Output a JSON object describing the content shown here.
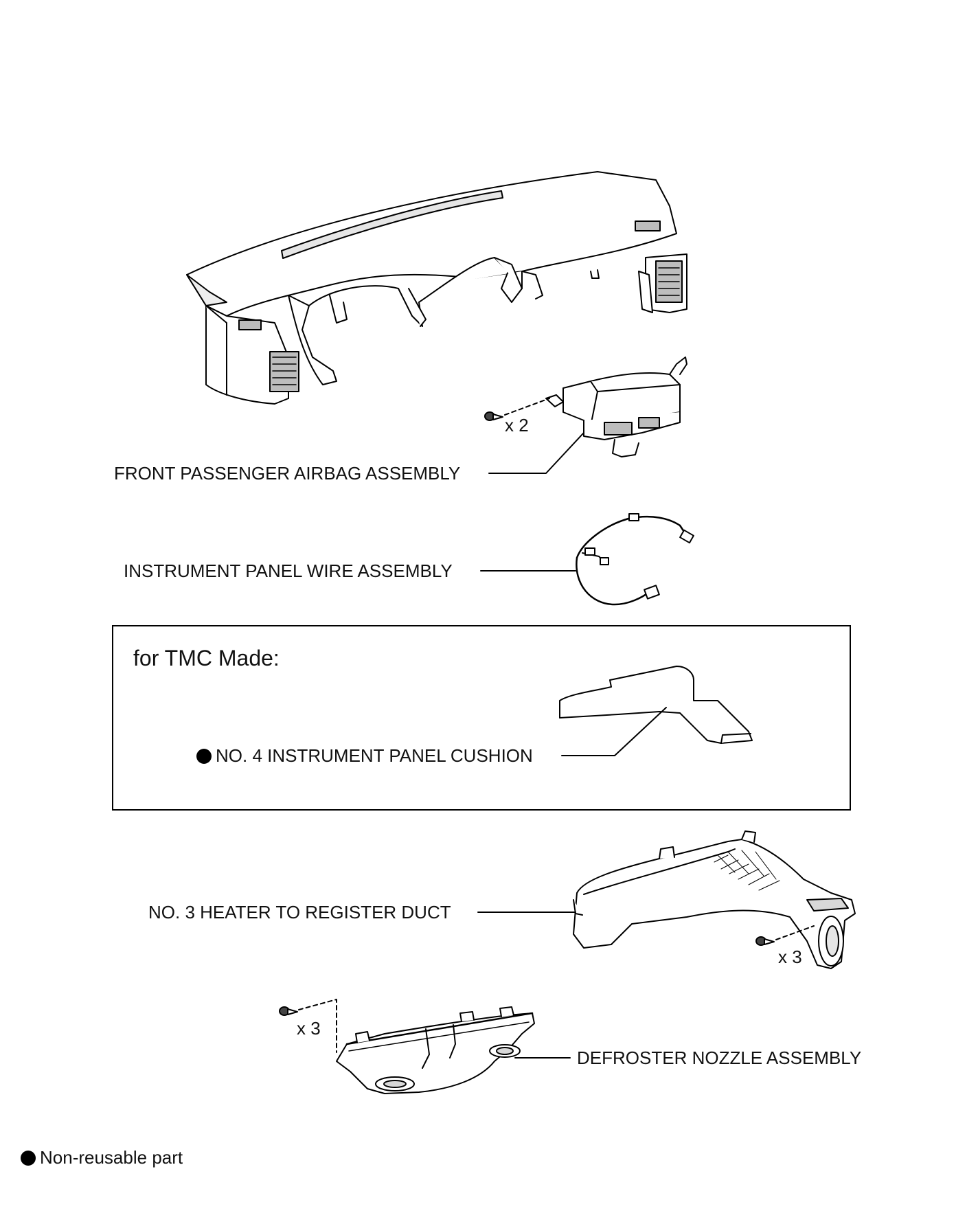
{
  "callouts": {
    "airbag": "FRONT PASSENGER AIRBAG ASSEMBLY",
    "wire": "INSTRUMENT PANEL WIRE ASSEMBLY",
    "cushion": "NO. 4 INSTRUMENT PANEL CUSHION",
    "duct": "NO. 3 HEATER TO REGISTER DUCT",
    "defroster": "DEFROSTER NOZZLE ASSEMBLY"
  },
  "quantities": {
    "airbag_screws": "x 2",
    "duct_screws": "x 3",
    "defroster_screws": "x 3"
  },
  "tmc_section": {
    "heading": "for TMC Made:"
  },
  "legend": {
    "non_reusable": "Non-reusable part"
  },
  "colors": {
    "line": "#000000",
    "fill": "#ffffff",
    "shade": "#d8d8d8"
  }
}
